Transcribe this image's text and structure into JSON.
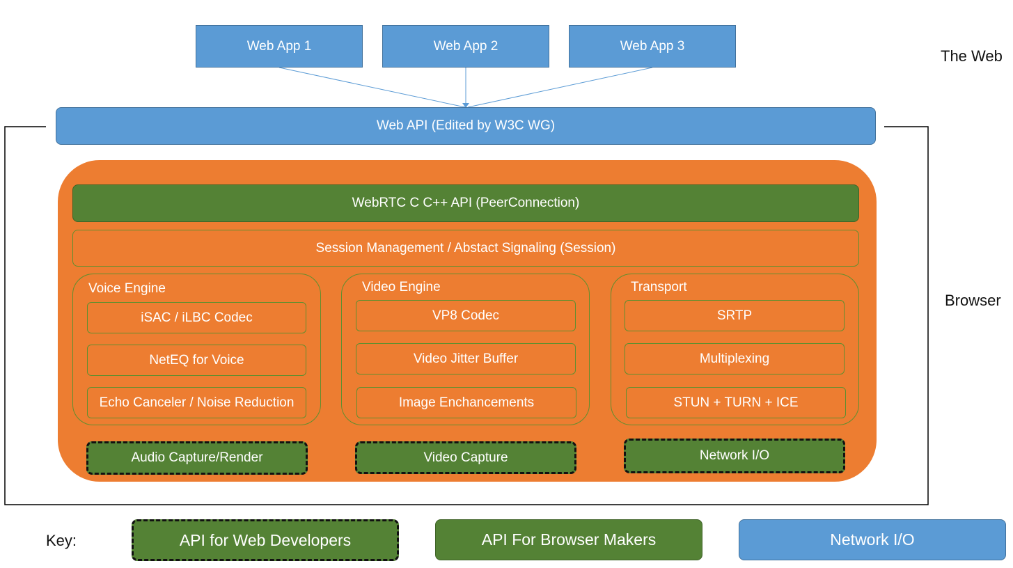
{
  "web_apps": [
    "Web App 1",
    "Web App 2",
    "Web App 3"
  ],
  "labels": {
    "the_web": "The Web",
    "browser": "Browser"
  },
  "web_api": "Web API (Edited by W3C WG)",
  "webrtc_api": "WebRTC C C++ API (PeerConnection)",
  "session": "Session Management / Abstact Signaling (Session)",
  "voice_engine": {
    "title": "Voice Engine",
    "items": [
      "iSAC / iLBC Codec",
      "NetEQ for Voice",
      "Echo Canceler / Noise Reduction"
    ]
  },
  "video_engine": {
    "title": "Video Engine",
    "items": [
      "VP8 Codec",
      "Video Jitter Buffer",
      "Image Enchancements"
    ]
  },
  "transport": {
    "title": "Transport",
    "items": [
      "SRTP",
      "Multiplexing",
      "STUN + TURN + ICE"
    ]
  },
  "capture": [
    "Audio Capture/Render",
    "Video Capture",
    "Network I/O"
  ],
  "key": {
    "label": "Key:",
    "web_dev": "API for Web Developers",
    "browser_makers": "API For Browser Makers",
    "network_io": "Network I/O"
  },
  "colors": {
    "blue": "#5b9bd5",
    "green": "#548235",
    "orange": "#ed7d31"
  }
}
